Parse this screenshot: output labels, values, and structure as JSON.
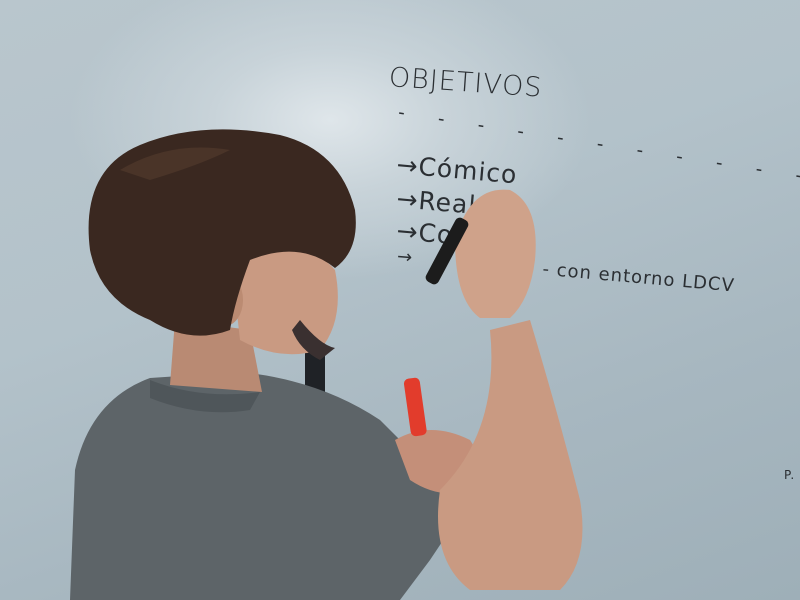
{
  "whiteboard": {
    "title": "OBJETIVOS",
    "dashes": "- - - - - - - - - - -",
    "items": [
      {
        "arrow": "→",
        "text": "Cómico"
      },
      {
        "arrow": "→",
        "text": "Real"
      },
      {
        "arrow": "→",
        "text": "Co"
      },
      {
        "arrow": "→",
        "text": "- con entorno LDCV"
      }
    ],
    "corner_mark": "P."
  },
  "colors": {
    "wall": "#b3c2ca",
    "hair": "#3a2820",
    "shirt": "#5d6468",
    "skin": "#c99a82",
    "marker_black": "#1c1c1c",
    "marker_red": "#e23c2c"
  }
}
